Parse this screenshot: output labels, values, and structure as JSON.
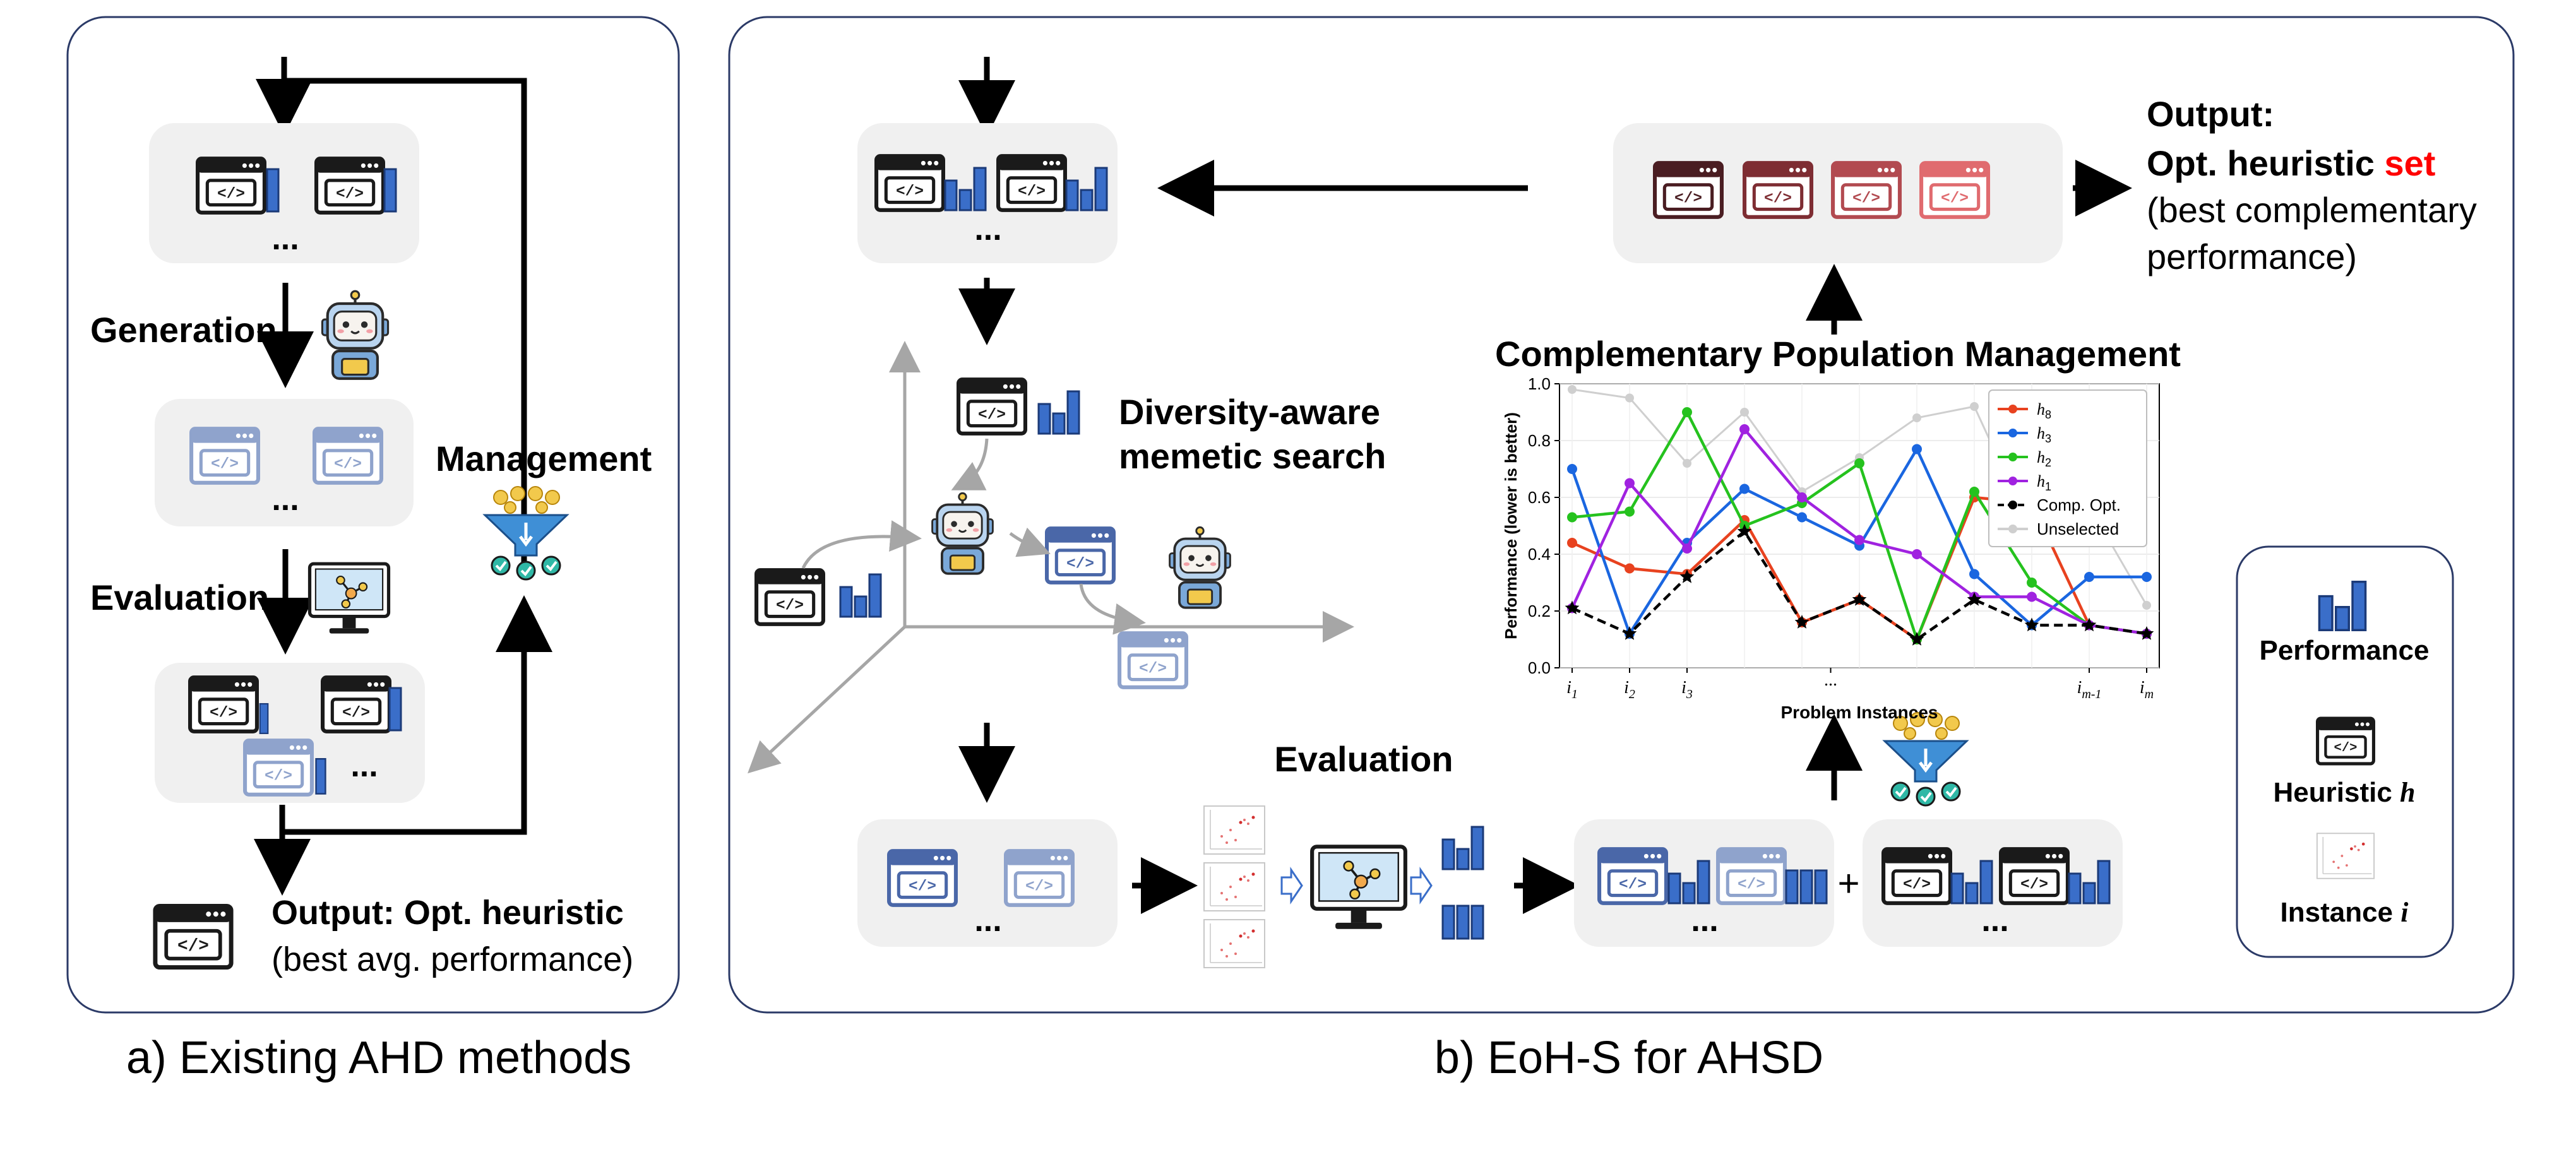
{
  "panel_a": {
    "caption": "a) Existing AHD methods",
    "generation_label": "Generation",
    "evaluation_label": "Evaluation",
    "management_label": "Management",
    "output_title": "Output: Opt. heuristic",
    "output_sub": "(best avg. performance)",
    "ellipsis": "..."
  },
  "panel_b": {
    "caption": "b) EoH-S for AHSD",
    "search_label_1": "Diversity-aware",
    "search_label_2": "memetic search",
    "evaluation_label": "Evaluation",
    "cpm_label": "Complementary Population Management",
    "output_title": "Output:",
    "output_line2_prefix": "Opt. heuristic ",
    "output_line2_highlight": "set",
    "output_sub_1": "(best complementary",
    "output_sub_2": "performance)",
    "plus": "+",
    "ellipsis": "..."
  },
  "legend_box": {
    "performance": "Performance",
    "heuristic_prefix": "Heuristic ",
    "heuristic_var": "h",
    "instance_prefix": "Instance ",
    "instance_var": "i"
  },
  "colors": {
    "bar_blue": "#3a6ec9",
    "box_gray": "#f0f0f0",
    "panel_border": "#2b3a67",
    "arrow": "#000000",
    "axis_gray": "#a6a6a6",
    "highlight_red": "#ff0000",
    "set_icon_1": "#4a1d22",
    "set_icon_2": "#7e2d33",
    "set_icon_3": "#b24a50",
    "set_icon_4": "#e06b6f"
  },
  "chart_data": {
    "type": "line",
    "ylabel": "Performance (lower is better)",
    "xlabel": "Problem Instances",
    "ylim": [
      0.0,
      1.0
    ],
    "yticks": [
      "0.0",
      "0.2",
      "0.4",
      "0.6",
      "0.8",
      "1.0"
    ],
    "x_tick_labels": [
      "i1",
      "i2",
      "i3",
      "...",
      "im-1",
      "im"
    ],
    "grid": true,
    "legend_position": "top-right",
    "series": [
      {
        "name": "h8",
        "color": "#e8421f",
        "values": [
          0.44,
          0.35,
          0.33,
          0.52,
          0.16,
          0.24,
          0.1,
          0.6,
          0.58,
          0.15,
          0.12
        ]
      },
      {
        "name": "h3",
        "color": "#1a66e0",
        "values": [
          0.7,
          0.12,
          0.44,
          0.63,
          0.53,
          0.43,
          0.77,
          0.33,
          0.15,
          0.32,
          0.32
        ]
      },
      {
        "name": "h2",
        "color": "#25c21e",
        "values": [
          0.53,
          0.55,
          0.9,
          0.5,
          0.58,
          0.72,
          0.1,
          0.62,
          0.3,
          0.15,
          0.12
        ]
      },
      {
        "name": "h1",
        "color": "#a022e0",
        "values": [
          0.21,
          0.65,
          0.42,
          0.84,
          0.6,
          0.45,
          0.4,
          0.25,
          0.25,
          0.15,
          0.12
        ]
      },
      {
        "name": "Comp. Opt.",
        "color": "#000000",
        "values": [
          0.21,
          0.12,
          0.32,
          0.48,
          0.16,
          0.24,
          0.1,
          0.24,
          0.15,
          0.15,
          0.12
        ]
      },
      {
        "name": "Unselected",
        "color": "#cfcfcf",
        "values": [
          0.98,
          0.95,
          0.72,
          0.9,
          0.62,
          0.74,
          0.88,
          0.92,
          0.48,
          0.57,
          0.22
        ]
      }
    ]
  }
}
